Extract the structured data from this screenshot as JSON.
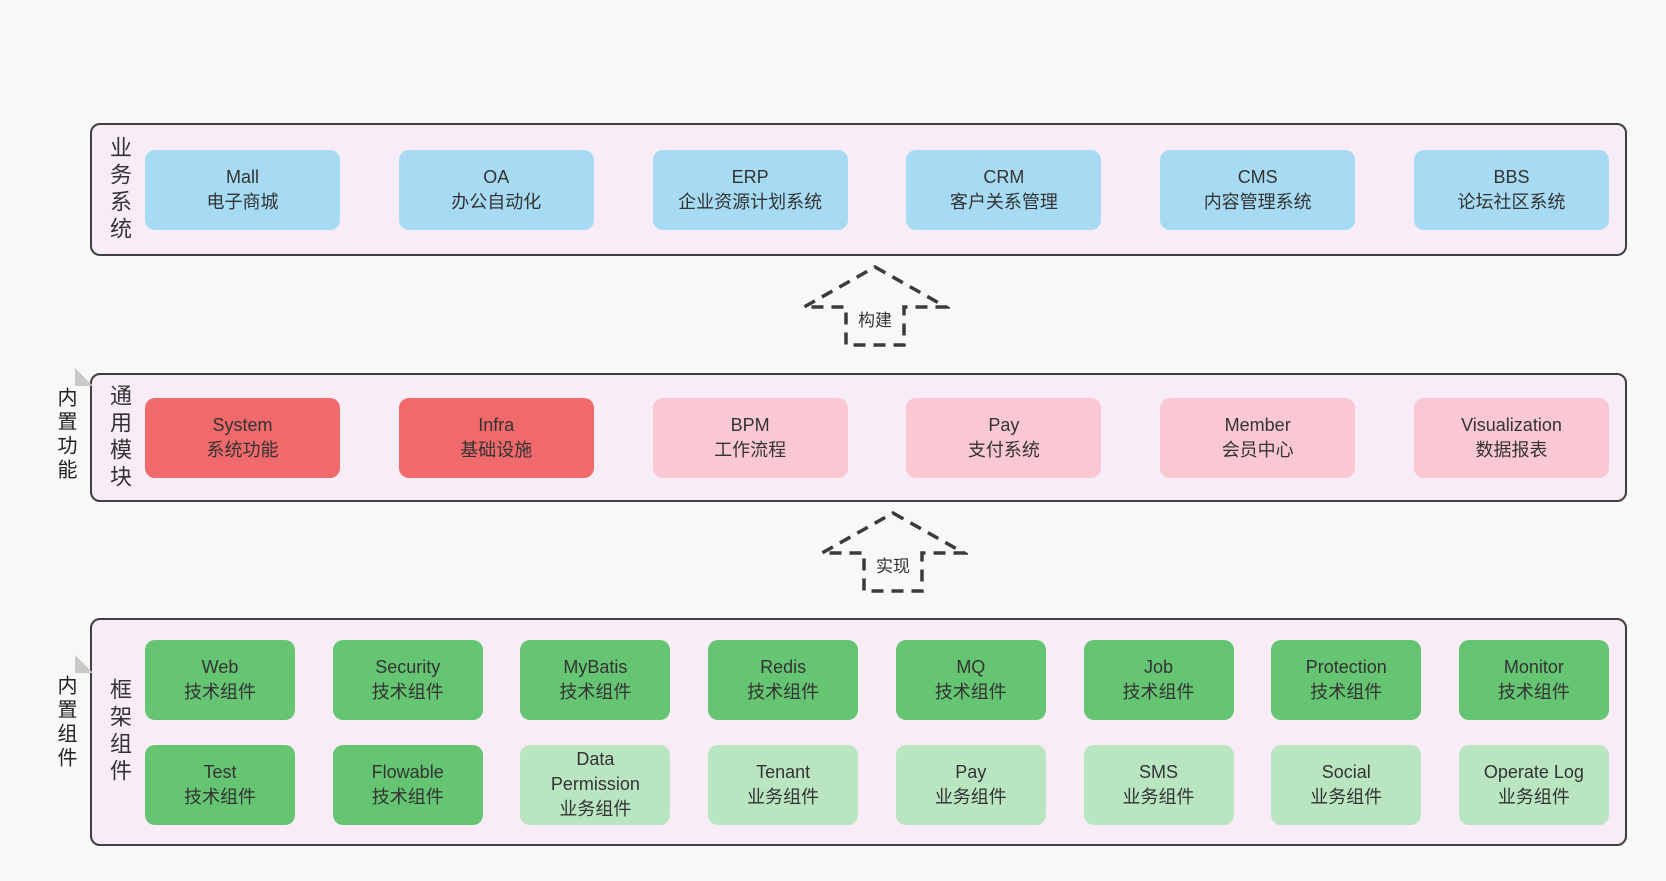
{
  "colors": {
    "page_bg": "#f8f8f8",
    "band_bg": "#f8edf6",
    "band_border": "#3f3f3f",
    "blue": "#a6dbf3",
    "red": "#f0696b",
    "pink": "#f9c8d2",
    "green_dark": "#65c572",
    "green_light": "#b9e5c1",
    "sticky_yellow": "#faf79e"
  },
  "arrows": [
    {
      "label": "构建"
    },
    {
      "label": "实现"
    }
  ],
  "bands": [
    {
      "label": "业务系统",
      "boxes": [
        {
          "title": "Mall",
          "subtitle": "电子商城"
        },
        {
          "title": "OA",
          "subtitle": "办公自动化"
        },
        {
          "title": "ERP",
          "subtitle": "企业资源计划系统"
        },
        {
          "title": "CRM",
          "subtitle": "客户关系管理"
        },
        {
          "title": "CMS",
          "subtitle": "内容管理系统"
        },
        {
          "title": "BBS",
          "subtitle": "论坛社区系统"
        }
      ]
    },
    {
      "label": "通用模块",
      "sticky": "内置功能",
      "boxes": [
        {
          "title": "System",
          "subtitle": "系统功能"
        },
        {
          "title": "Infra",
          "subtitle": "基础设施"
        },
        {
          "title": "BPM",
          "subtitle": "工作流程"
        },
        {
          "title": "Pay",
          "subtitle": "支付系统"
        },
        {
          "title": "Member",
          "subtitle": "会员中心"
        },
        {
          "title": "Visualization",
          "subtitle": "数据报表"
        }
      ]
    },
    {
      "label": "框架组件",
      "sticky": "内置组件",
      "rows": [
        [
          {
            "title": "Web",
            "subtitle": "技术组件"
          },
          {
            "title": "Security",
            "subtitle": "技术组件"
          },
          {
            "title": "MyBatis",
            "subtitle": "技术组件"
          },
          {
            "title": "Redis",
            "subtitle": "技术组件"
          },
          {
            "title": "MQ",
            "subtitle": "技术组件"
          },
          {
            "title": "Job",
            "subtitle": "技术组件"
          },
          {
            "title": "Protection",
            "subtitle": "技术组件"
          },
          {
            "title": "Monitor",
            "subtitle": "技术组件"
          }
        ],
        [
          {
            "title": "Test",
            "subtitle": "技术组件"
          },
          {
            "title": "Flowable",
            "subtitle": "技术组件"
          },
          {
            "title": "Data Permission",
            "subtitle": "业务组件"
          },
          {
            "title": "Tenant",
            "subtitle": "业务组件"
          },
          {
            "title": "Pay",
            "subtitle": "业务组件"
          },
          {
            "title": "SMS",
            "subtitle": "业务组件"
          },
          {
            "title": "Social",
            "subtitle": "业务组件"
          },
          {
            "title": "Operate Log",
            "subtitle": "业务组件"
          }
        ]
      ]
    }
  ]
}
